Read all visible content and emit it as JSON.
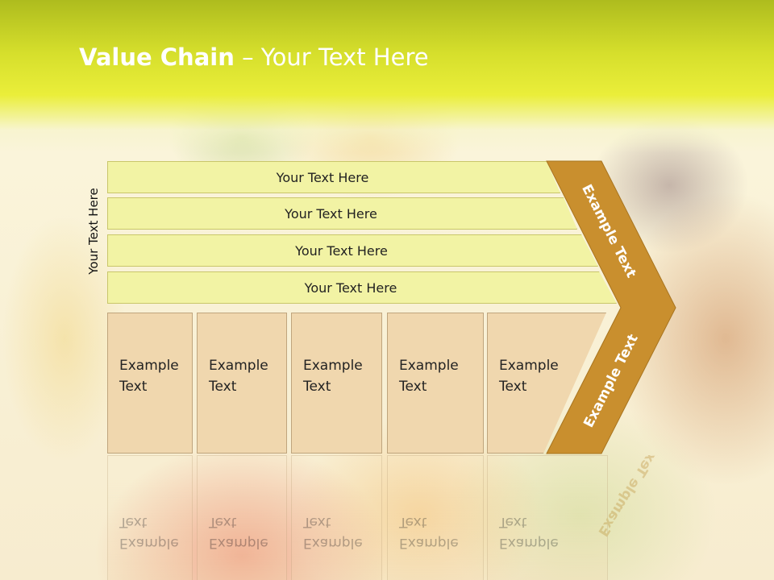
{
  "slide": {
    "title_bold": "Value Chain",
    "title_rest": " – Your Text Here",
    "side_label": "Your Text Here",
    "support_rows": [
      "Your Text Here",
      "Your Text Here",
      "Your Text Here",
      "Your Text Here"
    ],
    "activities": [
      {
        "line1": "Example",
        "line2": "Text"
      },
      {
        "line1": "Example",
        "line2": "Text"
      },
      {
        "line1": "Example",
        "line2": "Text"
      },
      {
        "line1": "Example",
        "line2": "Text"
      },
      {
        "line1": "Example",
        "line2": "Text"
      }
    ],
    "margin_top_text": "Example Text",
    "margin_bottom_text": "Example Text"
  },
  "colors": {
    "header": "#d6df2c",
    "row_fill": "#f2f3a4",
    "activity_fill": "#f0d7ae",
    "margin_fill": "#c98f2e"
  }
}
